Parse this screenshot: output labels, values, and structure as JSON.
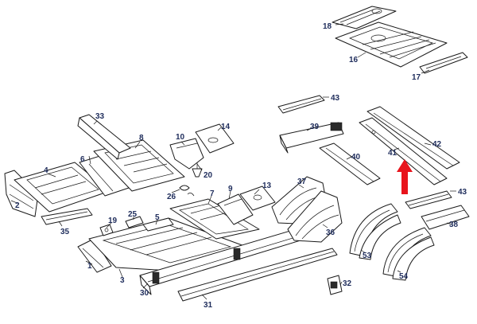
{
  "callouts": [
    {
      "id": "1",
      "label": "1"
    },
    {
      "id": "2",
      "label": "2"
    },
    {
      "id": "3",
      "label": "3"
    },
    {
      "id": "4",
      "label": "4"
    },
    {
      "id": "5",
      "label": "5"
    },
    {
      "id": "6",
      "label": "6"
    },
    {
      "id": "7",
      "label": "7"
    },
    {
      "id": "8",
      "label": "8"
    },
    {
      "id": "9",
      "label": "9"
    },
    {
      "id": "10",
      "label": "10"
    },
    {
      "id": "13",
      "label": "13"
    },
    {
      "id": "14",
      "label": "14"
    },
    {
      "id": "16",
      "label": "16"
    },
    {
      "id": "17",
      "label": "17"
    },
    {
      "id": "18",
      "label": "18"
    },
    {
      "id": "19",
      "label": "19"
    },
    {
      "id": "20",
      "label": "20"
    },
    {
      "id": "25",
      "label": "25"
    },
    {
      "id": "26",
      "label": "26"
    },
    {
      "id": "30",
      "label": "30"
    },
    {
      "id": "31",
      "label": "31"
    },
    {
      "id": "32",
      "label": "32"
    },
    {
      "id": "33",
      "label": "33"
    },
    {
      "id": "35",
      "label": "35"
    },
    {
      "id": "36",
      "label": "36"
    },
    {
      "id": "37",
      "label": "37"
    },
    {
      "id": "38",
      "label": "38"
    },
    {
      "id": "39",
      "label": "39"
    },
    {
      "id": "40",
      "label": "40"
    },
    {
      "id": "41",
      "label": "41"
    },
    {
      "id": "42",
      "label": "42"
    },
    {
      "id": "43a",
      "label": "43"
    },
    {
      "id": "43b",
      "label": "43"
    },
    {
      "id": "53",
      "label": "53"
    },
    {
      "id": "54",
      "label": "54"
    }
  ],
  "colors": {
    "line": "#1a1a1a",
    "label": "#1f2d5c",
    "arrow": "#e8141c",
    "background": "#ffffff"
  },
  "arrow": {
    "direction": "up",
    "points_to": "41"
  }
}
